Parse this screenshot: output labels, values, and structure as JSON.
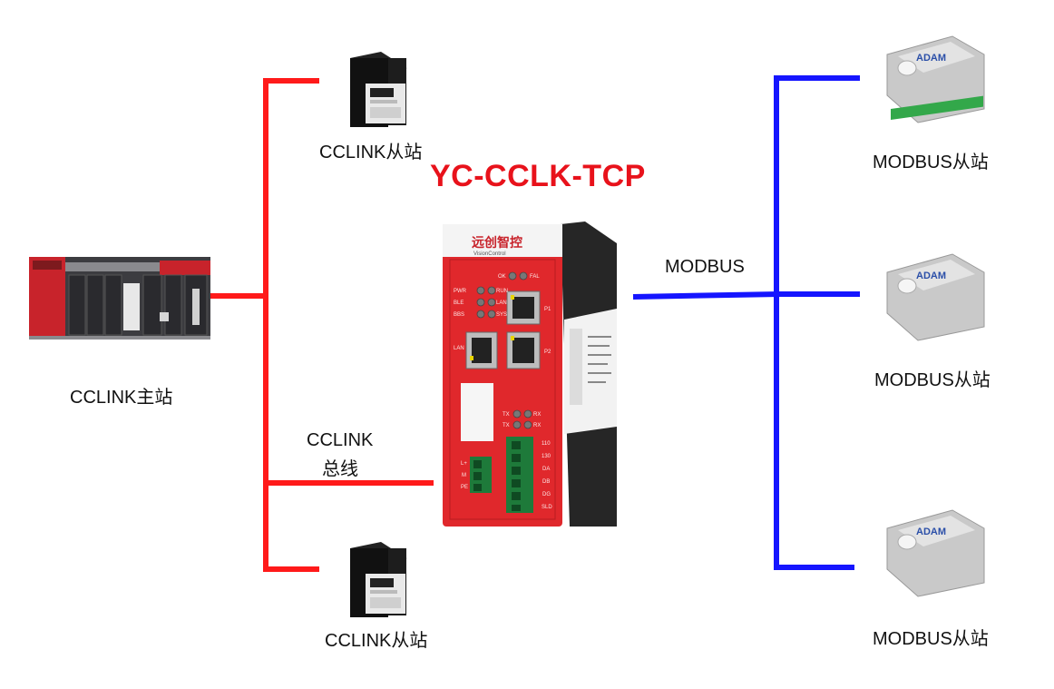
{
  "title": "YC-CCLK-TCP",
  "master_label": "CCLINK主站",
  "cclink_slave_top_label": "CCLINK从站",
  "cclink_slave_bottom_label": "CCLINK从站",
  "cclink_bus_label_line1": "CCLINK",
  "cclink_bus_label_line2": "总线",
  "modbus_label": "MODBUS",
  "modbus_slaves": [
    "MODBUS从站",
    "MODBUS从站",
    "MODBUS从站"
  ],
  "gateway": {
    "brand": "远创智控",
    "brand_en": "VisionControl",
    "leds_top": [
      "OK",
      "FAL"
    ],
    "leds_left": [
      "PWR",
      "RUN",
      "BLE",
      "LAN",
      "BBS",
      "SYS"
    ],
    "port_labels": [
      "P1",
      "P2",
      "LAN"
    ],
    "txrx": [
      "TX",
      "RX",
      "TX",
      "RX"
    ],
    "terminal_labels": [
      "110",
      "130",
      "DA",
      "DB",
      "DG",
      "SLD"
    ],
    "power_labels": [
      "L+",
      "M",
      "PE"
    ]
  },
  "adam_logo": "ADAM",
  "colors": {
    "cclink_line": "#ff1a1a",
    "modbus_line": "#1515ff",
    "title": "#e8121b",
    "device_red": "#e0282c"
  }
}
